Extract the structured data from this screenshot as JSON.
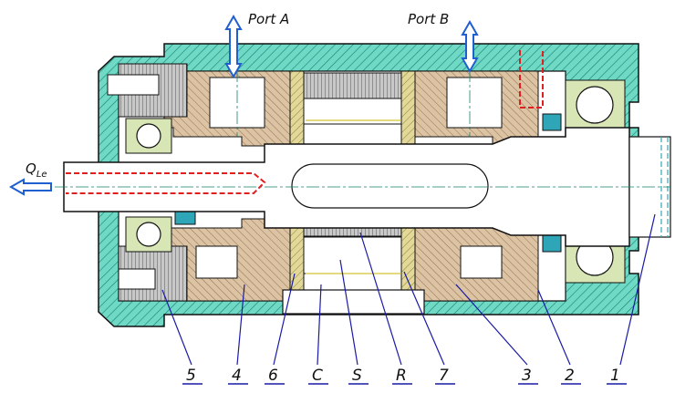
{
  "diagram": {
    "ports": {
      "a": "Port A",
      "b": "Port B"
    },
    "leakage": {
      "main": "Q",
      "sub": "Le"
    },
    "callouts": [
      {
        "id": "5",
        "label": "5"
      },
      {
        "id": "4",
        "label": "4"
      },
      {
        "id": "6",
        "label": "6"
      },
      {
        "id": "C",
        "label": "C"
      },
      {
        "id": "S",
        "label": "S"
      },
      {
        "id": "R",
        "label": "R"
      },
      {
        "id": "7",
        "label": "7"
      },
      {
        "id": "3",
        "label": "3"
      },
      {
        "id": "2",
        "label": "2"
      },
      {
        "id": "1",
        "label": "1"
      }
    ],
    "colors": {
      "housing": "#6fd9c6",
      "hatch": "#15806e",
      "tan": "#dcc3a3",
      "grey": "#b5b5b5",
      "bearing": "#d8e6b6",
      "seal": "#2fa6b8",
      "leak_line": "#e02020",
      "arrow": "#1f5fd0",
      "leader": "#1a1aa6"
    }
  }
}
